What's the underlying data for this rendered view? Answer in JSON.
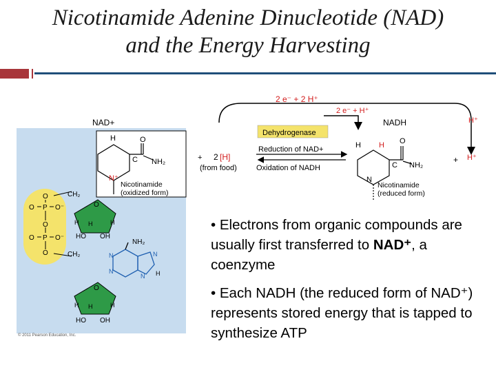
{
  "slide": {
    "title_line1": "Nicotinamide Adenine Dinucleotide (NAD)",
    "title_line2": "and the Energy Harvesting",
    "colors": {
      "accent_red": "#a8353a",
      "accent_blue": "#1f4e79",
      "panel_blue": "#c7dcef",
      "ring_green": "#2e9a47",
      "phosphate_yellow": "#f4e36b",
      "adenine_blue": "#1e5fb0",
      "highlight_red": "#d21c1c"
    }
  },
  "diagram": {
    "nad_plus_label": "NAD+",
    "nadh_label": "NADH",
    "enzyme_label": "Dehydrogenase",
    "reduction_label": "Reduction of NAD+",
    "oxidation_label": "Oxidation of NADH",
    "plus_sign": "+",
    "two": "2",
    "h_bracket": "[H]",
    "from_food": "(from food)",
    "top_arrow_label": "2 e⁻ + 2 H⁺",
    "inner_arrow_label": "2 e⁻ + H⁺",
    "h_plus": "H⁺",
    "h_plus_right": "H⁺",
    "oxidized_label_1": "Nicotinamide",
    "oxidized_label_2": "(oxidized form)",
    "reduced_label_1": "Nicotinamide",
    "reduced_label_2": "(reduced form)",
    "copyright": "© 2011 Pearson Education, Inc.",
    "atoms": {
      "H": "H",
      "O": "O",
      "C": "C",
      "N": "N",
      "N_plus": "N⁺",
      "P": "P",
      "NH2": "NH₂",
      "CH2": "CH₂",
      "O_minus": "O⁻",
      "HO": "HO",
      "OH": "OH"
    }
  },
  "bullets": [
    {
      "text": "• Electrons from organic compounds are usually first transferred to ",
      "bold": "NAD⁺",
      "tail": ", a coenzyme"
    },
    {
      "text": "• Each NADH (the reduced form of NAD⁺) represents stored energy that is tapped to synthesize ATP",
      "bold": "",
      "tail": ""
    }
  ]
}
